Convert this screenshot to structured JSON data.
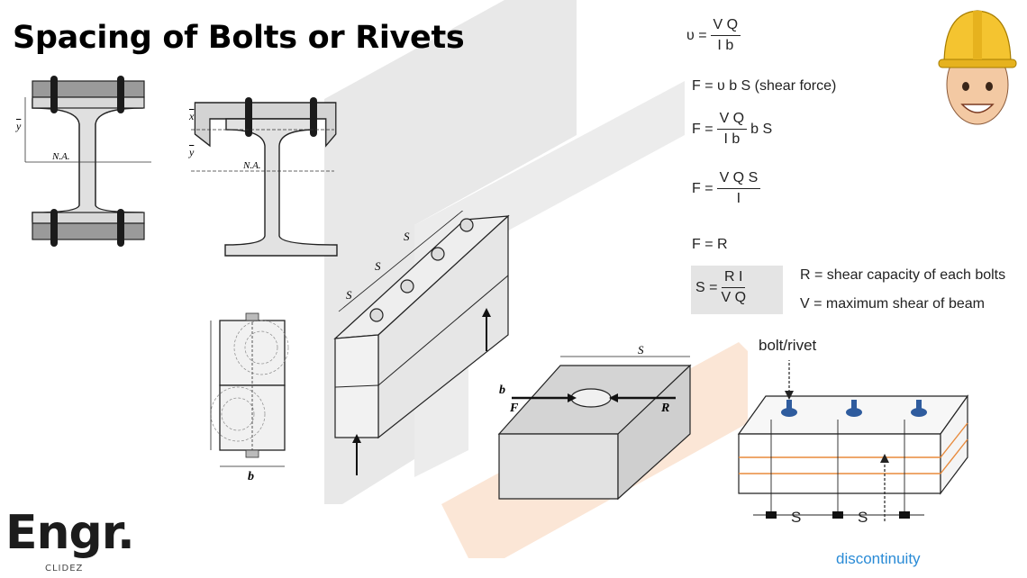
{
  "title": "Spacing of Bolts or Rivets",
  "formulas": {
    "f1_lhs": "υ =",
    "f1_num": "V Q",
    "f1_den": "I b",
    "f2": "F = υ b S  (shear force)",
    "f3_lhs": "F =",
    "f3_num": "V Q",
    "f3_den": "I b",
    "f3_rhs": "b S",
    "f4_lhs": "F =",
    "f4_num": "V Q S",
    "f4_den": "I",
    "f5": "F = R",
    "f6_lhs": "S =",
    "f6_num": "R I",
    "f6_den": "V Q"
  },
  "definitions": {
    "r": "R = shear capacity of each bolts",
    "v": "V = maximum shear of beam"
  },
  "diagram_labels": {
    "ybar": "y",
    "xbar": "x",
    "na": "N.A.",
    "s": "S",
    "b": "b",
    "f": "F",
    "r": "R",
    "bolt_rivet": "bolt/rivet",
    "discontinuity": "discontinuity"
  },
  "logo": {
    "main": "Engr.",
    "sub": "CLIDEZ"
  },
  "colors": {
    "accent_orange": "#e88a3c",
    "bolt_blue": "#2f5c9e",
    "link_blue": "#2a8bd6",
    "watermark": "#e6e6e6"
  }
}
